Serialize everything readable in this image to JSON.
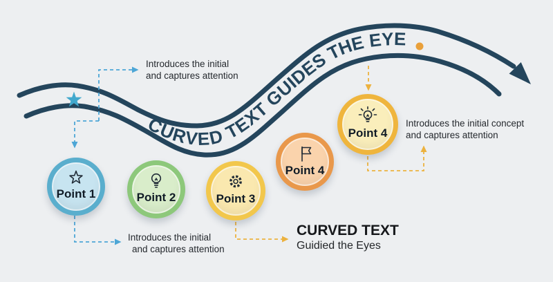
{
  "title": "Curved text guides the eye infographic",
  "background": "#edeff1",
  "wave": {
    "curved_text": "CURVED TEXT GUIDES THE EYE",
    "color": "#24455c",
    "star_color": "#41a8cd",
    "dot_color": "#e9a03a"
  },
  "notes": {
    "top_left": {
      "line1": "Introduces the initial",
      "line2": "and captures attention"
    },
    "bottom_left": {
      "line1": "Introduces the initial",
      "line2": "and captures attention"
    },
    "right": {
      "line1": "Introduces the initial concept",
      "line2": "and captures attention"
    },
    "callout": {
      "title": "CURVED TEXT",
      "subtitle": "Guidied the Eyes"
    }
  },
  "points": [
    {
      "label": "Point 1",
      "icon": "star-icon",
      "ring_color": "#5aaecd",
      "fill_color": "#c7e4f0"
    },
    {
      "label": "Point 2",
      "icon": "lightbulb-icon",
      "ring_color": "#8dc87b",
      "fill_color": "#d9edca"
    },
    {
      "label": "Point 3",
      "icon": "gear-icon",
      "ring_color": "#f2c74c",
      "fill_color": "#fae8af"
    },
    {
      "label": "Point 4",
      "icon": "flag-icon",
      "ring_color": "#e9984b",
      "fill_color": "#fad3ac"
    },
    {
      "label": "Point 4",
      "icon": "lightbulb-shine-icon",
      "ring_color": "#efb53d",
      "fill_color": "#faeebb"
    }
  ],
  "connector_colors": {
    "blue": "#4da6d6",
    "orange": "#ecb23f"
  }
}
